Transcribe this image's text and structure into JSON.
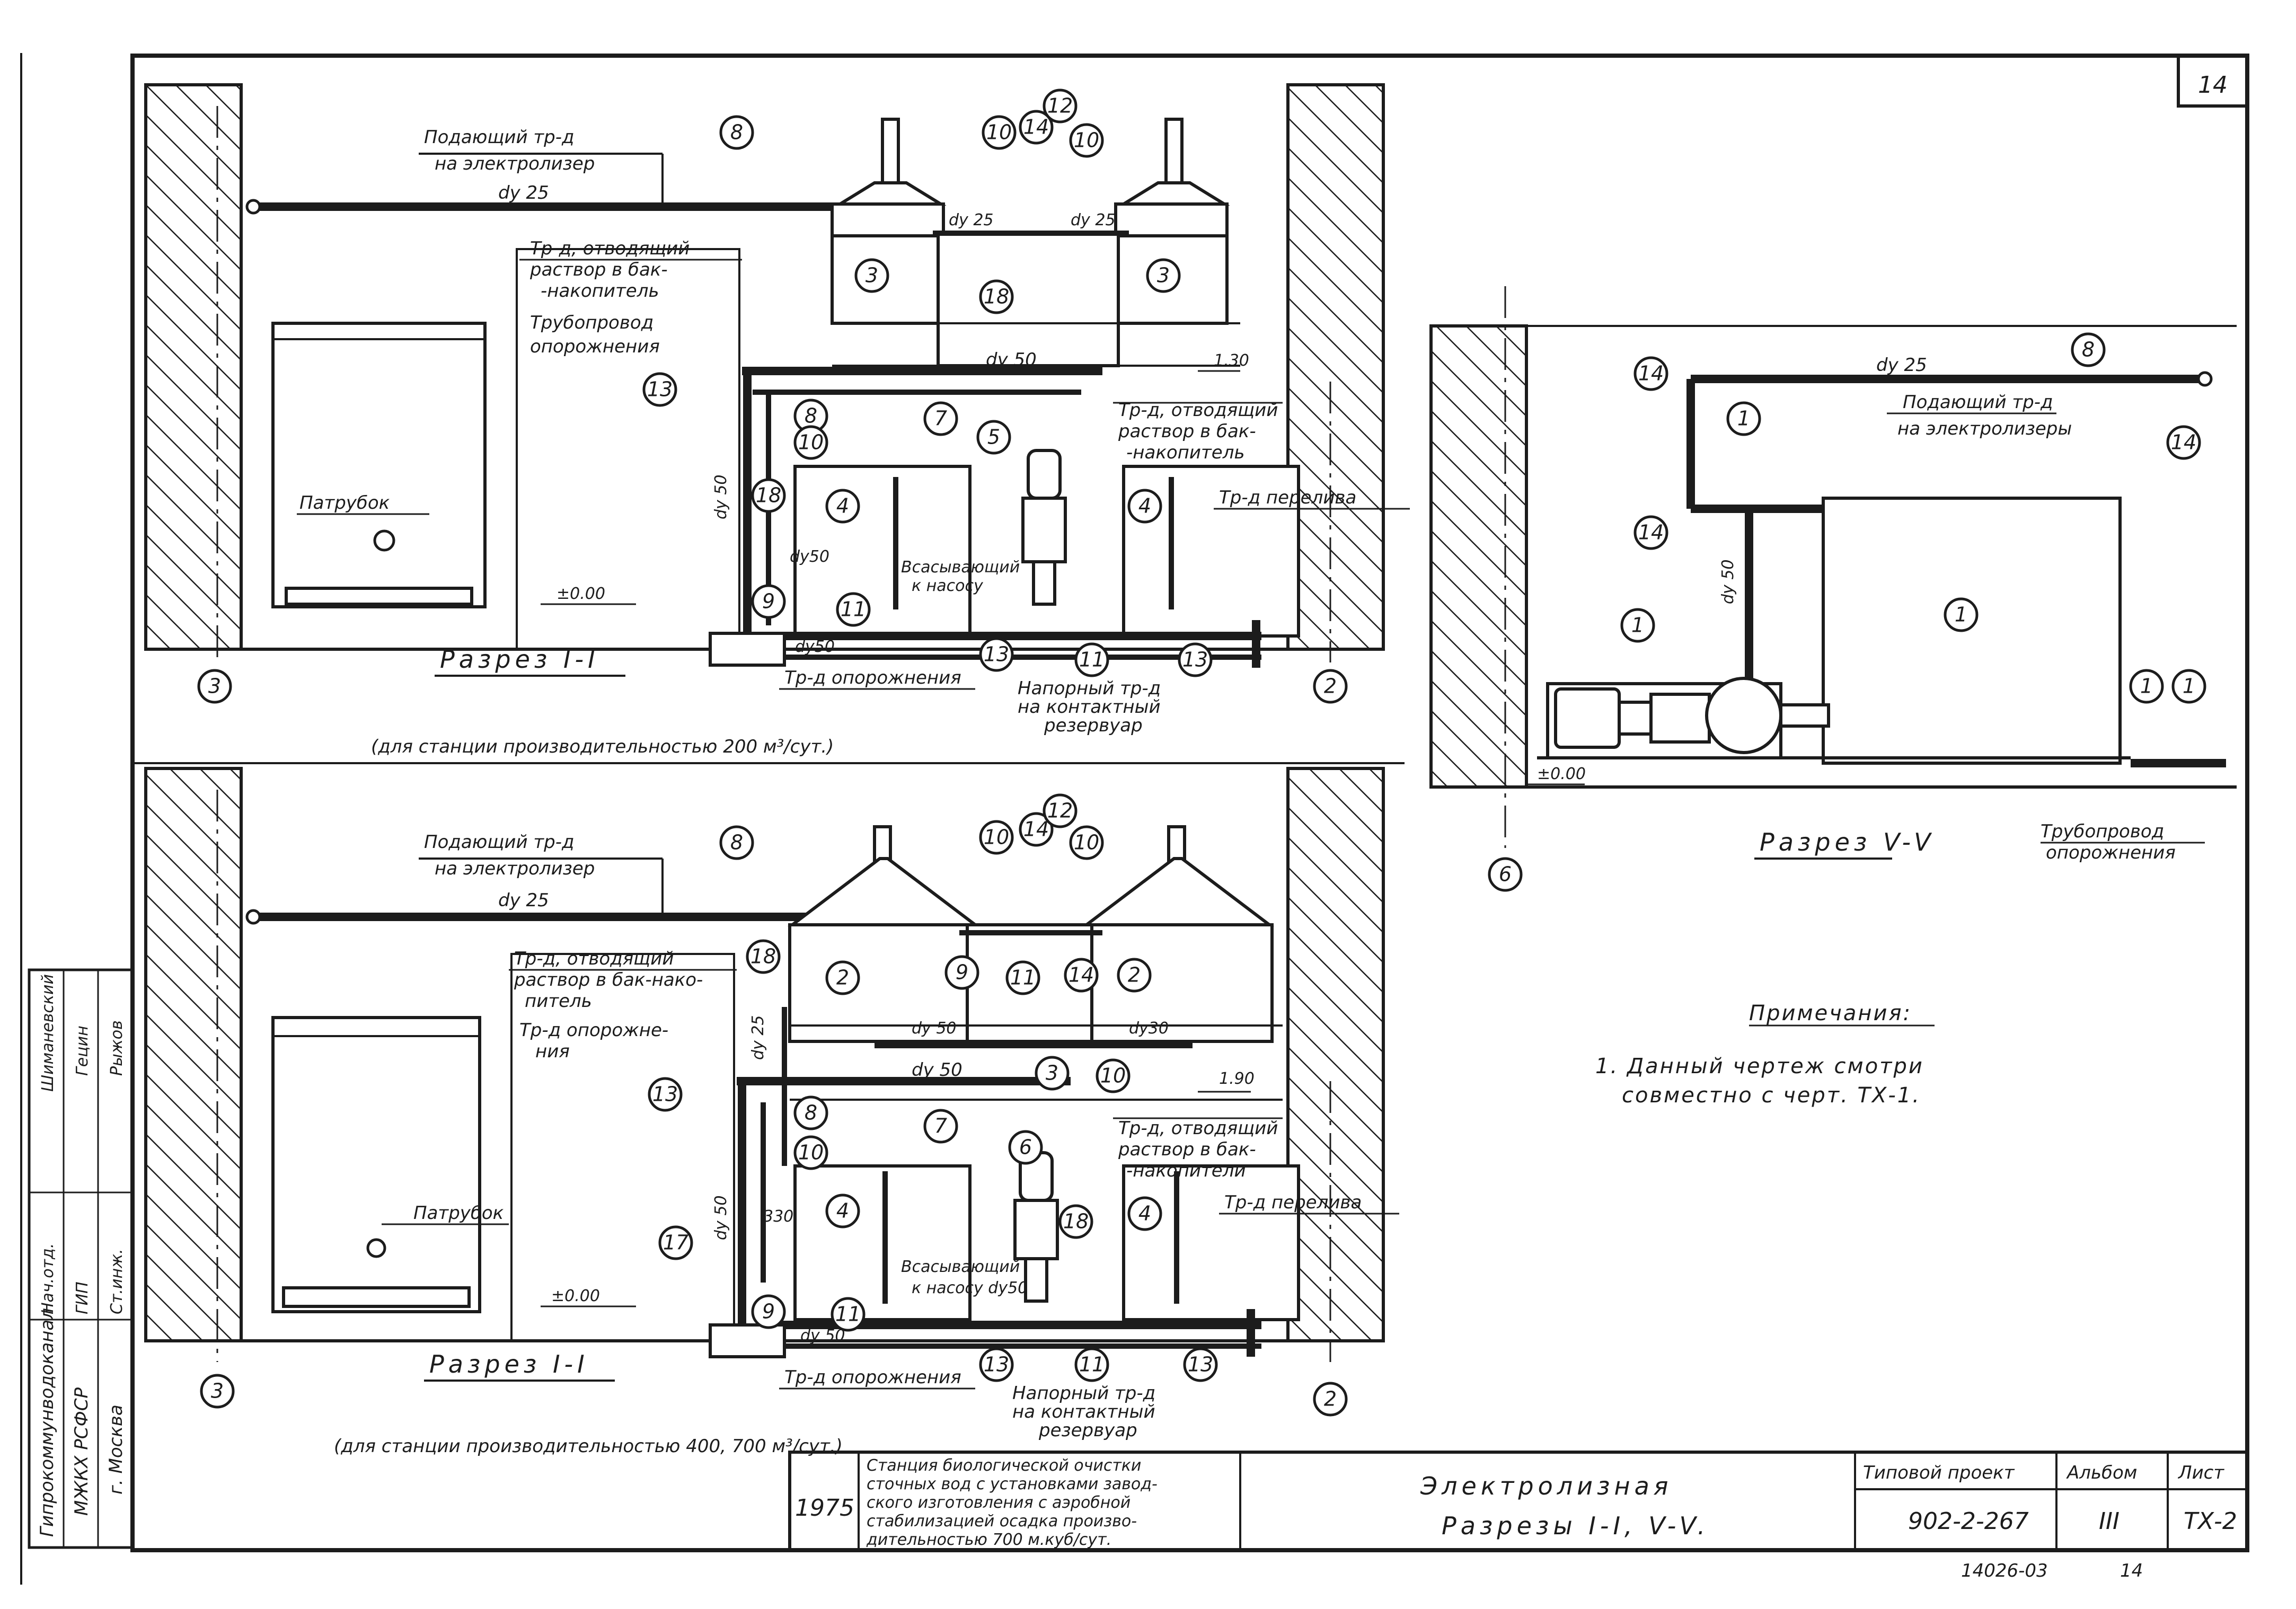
{
  "sheet": {
    "sheet_corner_number": "14",
    "footer_code": "14026-03",
    "footer_page": "14"
  },
  "section1": {
    "supply_pipe_label_1": "Подающий тр-д",
    "supply_pipe_label_2": "на электролизер",
    "dy25": "dy 25",
    "dy50": "dy 50",
    "drain_tank_label_1": "Тр-д, отводящий",
    "drain_tank_label_2": "раствор в бак-",
    "drain_tank_label_3": "-накопитель",
    "empty_pipe_label_1": "Трубопровод",
    "empty_pipe_label_2": "опорожнения",
    "right_drain_1": "Тр-д, отводящий",
    "right_drain_2": "раствор в бак-",
    "right_drain_3": "-накопитель",
    "overflow": "Тр-д перелива",
    "nozzle": "Патрубок",
    "level_0": "±0.00",
    "level_130": "1.30",
    "suction_1": "Всасывающий",
    "suction_2": "к насосу",
    "empty_bottom": "Тр-д опорожнения",
    "pressure_1": "Напорный тр-д",
    "pressure_2": "на контактный",
    "pressure_3": "резервуар",
    "title": "Разрез I-I",
    "caption": "(для станции производительностью 200 м³/сут.)",
    "dy50_small": "dy50",
    "dy25_small": "dy 25",
    "dy25_b": "dy 25"
  },
  "section2": {
    "supply_pipe_label_1": "Подающий тр-д",
    "supply_pipe_label_2": "на электролизер",
    "dy25": "dy 25",
    "drain_tank_label_1": "Тр-д, отводящий",
    "drain_tank_label_2": "раствор в бак-нако-",
    "drain_tank_label_3": "питель",
    "empty_label_1": "Тр-д опорожне-",
    "empty_label_2": "ния",
    "right_drain_1": "Тр-д, отводящий",
    "right_drain_2": "раствор в бак-",
    "right_drain_3": "-накопители",
    "overflow": "Тр-д перелива",
    "nozzle": "Патрубок",
    "level_0": "±0.00",
    "level_190": "1.90",
    "suction_1": "Всасывающий",
    "suction_2": "к насосу dy50",
    "empty_bottom": "Тр-д опорожнения",
    "pressure_1": "Напорный тр-д",
    "pressure_2": "на контактный",
    "pressure_3": "резервуар",
    "title": "Разрез I-I",
    "caption": "(для станции производительностью 400, 700 м³/сут.)",
    "dy50": "dy 50",
    "dy30": "dy30",
    "val_330": "330"
  },
  "section5": {
    "dy25": "dy 25",
    "supply_1": "Подающий тр-д",
    "supply_2": "на электролизеры",
    "dy50": "dy 50",
    "level_0": "±0.00",
    "empty_1": "Трубопровод",
    "empty_2": "опорожнения",
    "title": "Разрез V-V"
  },
  "notes": {
    "heading": "Примечания:",
    "line1": "1. Данный чертеж смотри",
    "line2": "совместно с черт. ТХ-1."
  },
  "stamp": {
    "left_org_1": "Гипрокоммунводоканал",
    "left_org_2": "МЖКХ РСФСР",
    "left_org_3": "г. Москва",
    "role_1": "Нач.отд.",
    "role_2": "ГИП",
    "role_3": "Ст.инж.",
    "name_1": "Шиманевский",
    "name_2": "Гецин",
    "name_3": "Рыжов",
    "year": "1975",
    "project_desc_1": "Станция биологической очистки",
    "project_desc_2": "сточных вод с установками завод-",
    "project_desc_3": "ского изготовления с аэробной",
    "project_desc_4": "стабилизацией осадка произво-",
    "project_desc_5": "дительностью 700 м.куб/сут.",
    "title_1": "Электролизная",
    "title_2": "Разрезы I-I, V-V.",
    "typical_project_lbl": "Типовой проект",
    "typical_project_val": "902-2-267",
    "album_lbl": "Альбом",
    "album_val": "III",
    "sheet_lbl": "Лист",
    "sheet_val": "ТХ-2"
  },
  "markers": {
    "s1": [
      "8",
      "10",
      "14",
      "12",
      "10",
      "3",
      "18",
      "3",
      "13",
      "8",
      "10",
      "18",
      "4",
      "4",
      "5",
      "9",
      "11",
      "13",
      "11",
      "13",
      "7",
      "3",
      "2"
    ],
    "s2": [
      "8",
      "10",
      "14",
      "12",
      "10",
      "18",
      "2",
      "9",
      "11",
      "14",
      "2",
      "13",
      "3",
      "10",
      "7",
      "8",
      "10",
      "4",
      "6",
      "18",
      "4",
      "17",
      "9",
      "11",
      "13",
      "11",
      "13",
      "3",
      "2"
    ],
    "s5": [
      "8",
      "14",
      "1",
      "14",
      "1",
      "1",
      "14",
      "1",
      "1",
      "6"
    ]
  }
}
